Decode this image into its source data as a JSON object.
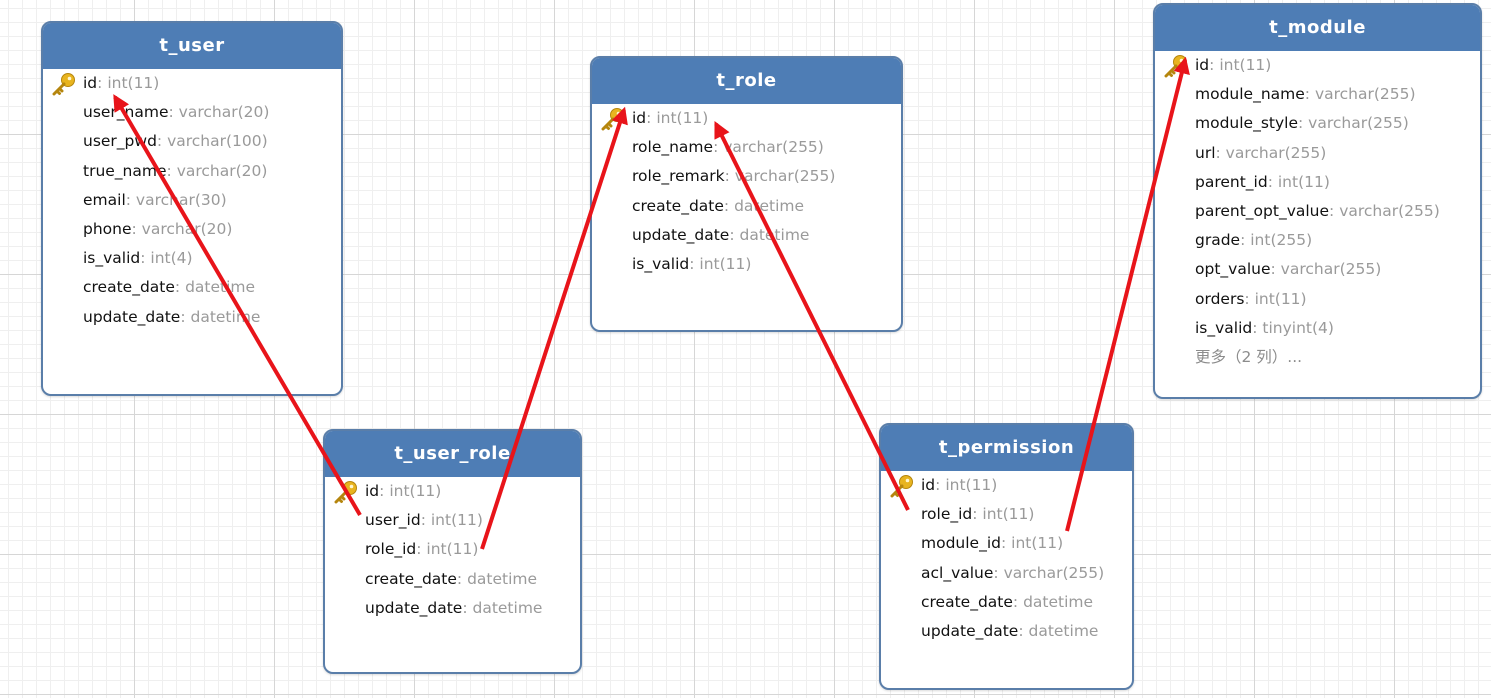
{
  "colors": {
    "header": "#4e7db5",
    "border": "#5a7ea9",
    "arrow": "#e8141a",
    "field_name": "#111111",
    "field_type": "#9a9a9a",
    "key": "#e8b41f"
  },
  "tables": {
    "t_user": {
      "title": "t_user",
      "fields": [
        {
          "name": "id",
          "type": "int(11)"
        },
        {
          "name": "user_name",
          "type": "varchar(20)"
        },
        {
          "name": "user_pwd",
          "type": "varchar(100)"
        },
        {
          "name": "true_name",
          "type": "varchar(20)"
        },
        {
          "name": "email",
          "type": "varchar(30)"
        },
        {
          "name": "phone",
          "type": "varchar(20)"
        },
        {
          "name": "is_valid",
          "type": "int(4)"
        },
        {
          "name": "create_date",
          "type": "datetime"
        },
        {
          "name": "update_date",
          "type": "datetime"
        }
      ]
    },
    "t_role": {
      "title": "t_role",
      "fields": [
        {
          "name": "id",
          "type": "int(11)"
        },
        {
          "name": "role_name",
          "type": "varchar(255)"
        },
        {
          "name": "role_remark",
          "type": "varchar(255)"
        },
        {
          "name": "create_date",
          "type": "datetime"
        },
        {
          "name": "update_date",
          "type": "datetime"
        },
        {
          "name": "is_valid",
          "type": "int(11)"
        }
      ]
    },
    "t_module": {
      "title": "t_module",
      "fields": [
        {
          "name": "id",
          "type": "int(11)"
        },
        {
          "name": "module_name",
          "type": "varchar(255)"
        },
        {
          "name": "module_style",
          "type": "varchar(255)"
        },
        {
          "name": "url",
          "type": "varchar(255)"
        },
        {
          "name": "parent_id",
          "type": "int(11)"
        },
        {
          "name": "parent_opt_value",
          "type": "varchar(255)"
        },
        {
          "name": "grade",
          "type": "int(255)"
        },
        {
          "name": "opt_value",
          "type": "varchar(255)"
        },
        {
          "name": "orders",
          "type": "int(11)"
        },
        {
          "name": "is_valid",
          "type": "tinyint(4)"
        }
      ],
      "more": "更多（2 列）..."
    },
    "t_user_role": {
      "title": "t_user_role",
      "fields": [
        {
          "name": "id",
          "type": "int(11)"
        },
        {
          "name": "user_id",
          "type": "int(11)"
        },
        {
          "name": "role_id",
          "type": "int(11)"
        },
        {
          "name": "create_date",
          "type": "datetime"
        },
        {
          "name": "update_date",
          "type": "datetime"
        }
      ]
    },
    "t_permission": {
      "title": "t_permission",
      "fields": [
        {
          "name": "id",
          "type": "int(11)"
        },
        {
          "name": "role_id",
          "type": "int(11)"
        },
        {
          "name": "module_id",
          "type": "int(11)"
        },
        {
          "name": "acl_value",
          "type": "varchar(255)"
        },
        {
          "name": "create_date",
          "type": "datetime"
        },
        {
          "name": "update_date",
          "type": "datetime"
        }
      ]
    }
  },
  "relations": [
    {
      "from": "t_user_role.user_id",
      "to": "t_user.id"
    },
    {
      "from": "t_user_role.role_id",
      "to": "t_role.id"
    },
    {
      "from": "t_permission.role_id",
      "to": "t_role.id"
    },
    {
      "from": "t_permission.module_id",
      "to": "t_module.id"
    }
  ]
}
